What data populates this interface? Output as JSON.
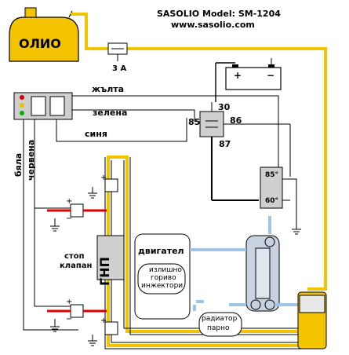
{
  "header": {
    "title": "SASOLIO  Model: SM-1204",
    "url": "www.sasolio.com"
  },
  "tank": {
    "label": "ОЛИО"
  },
  "fuse": {
    "label": "3 A"
  },
  "battery": {
    "plus": "+",
    "minus": "−"
  },
  "wires": {
    "yellow": "жълта",
    "green": "зелена",
    "blue": "синя",
    "white": "бяла",
    "red": "червена"
  },
  "relay": {
    "pin30": "30",
    "pin85": "85",
    "pin86": "86",
    "pin87": "87"
  },
  "thermostat": {
    "high": "85°",
    "low": "60°"
  },
  "reducer": {
    "label": "ГНП"
  },
  "stop_valve": {
    "line1": "стоп",
    "line2": "клапан"
  },
  "engine": {
    "label": "двигател"
  },
  "injectors": {
    "line1": "излишно",
    "line2": "гориво",
    "line3": "инжектори"
  },
  "heater": {
    "line1": "радиатор",
    "line2": "парно"
  },
  "valve_signs": {
    "plus": "+",
    "minus": "−"
  }
}
